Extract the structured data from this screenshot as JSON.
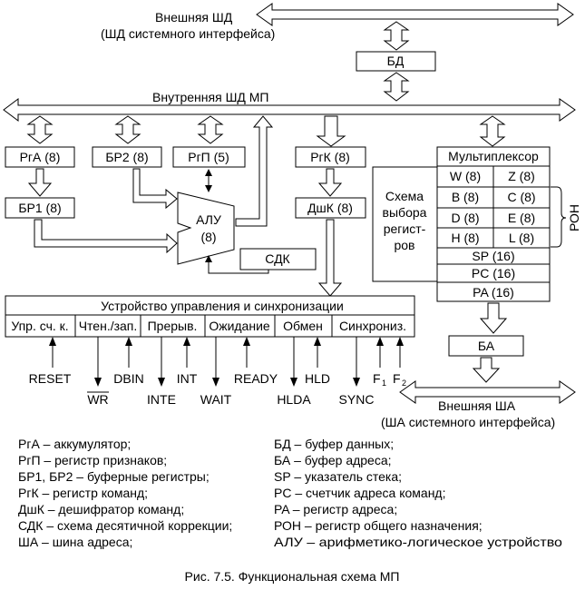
{
  "buses": {
    "external_data_line1": "Внешняя ШД",
    "external_data_line2": "(ШД системного интерфейса)",
    "internal_data": "Внутренняя ШД МП",
    "external_addr_line1": "Внешняя ША",
    "external_addr_line2": "(ША системного интерфейса)"
  },
  "blocks": {
    "bd": "БД",
    "rga": "РгА (8)",
    "br2": "БР2 (8)",
    "rgp": "РгП (5)",
    "rgk": "РгК (8)",
    "br1": "БР1 (8)",
    "dshk": "ДшК (8)",
    "alu_line1": "АЛУ",
    "alu_line2": "(8)",
    "sdk": "СДК",
    "ba": "БА"
  },
  "register_file": {
    "mux": "Мультиплексор",
    "select_lines": [
      "Схема",
      "выбора",
      "регист-",
      "ров"
    ],
    "pairs": [
      [
        "W (8)",
        "Z (8)"
      ],
      [
        "B (8)",
        "C (8)"
      ],
      [
        "D (8)",
        "E (8)"
      ],
      [
        "H (8)",
        "L (8)"
      ]
    ],
    "singles": [
      "SP (16)",
      "PC (16)",
      "PA (16)"
    ],
    "ron": "РОН"
  },
  "control": {
    "title": "Устройство управления и синхронизации",
    "sections": [
      "Упр. сч. к.",
      "Чтен./зап.",
      "Прерыв.",
      "Ожидание",
      "Обмен",
      "Синхрониз."
    ],
    "signals": {
      "reset": "RESET",
      "wr": "WR",
      "dbin": "DBIN",
      "inte": "INTE",
      "int": "INT",
      "wait": "WAIT",
      "ready": "READY",
      "hlda": "HLDA",
      "hld": "HLD",
      "sync": "SYNC",
      "f1": "F",
      "f1_sub": "1",
      "f2": "F",
      "f2_sub": "2"
    }
  },
  "legend": {
    "left": [
      "РгА – аккумулятор;",
      "РгП – регистр признаков;",
      "БР1, БР2 – буферные регистры;",
      "РгК – регистр команд;",
      "ДшК – дешифратор команд;",
      "СДК – схема десятичной коррекции;",
      "ША – шина адреса;"
    ],
    "right": [
      "БД – буфер данных;",
      "БА – буфер адреса;",
      "SP – указатель стека;",
      "PC – счетчик адреса команд;",
      "PA – регистр адреса;",
      "РОН – регистр общего назначения;",
      "АЛУ – арифметико-логическое устройство"
    ]
  },
  "caption": "Рис. 7.5. Функциональная схема МП"
}
